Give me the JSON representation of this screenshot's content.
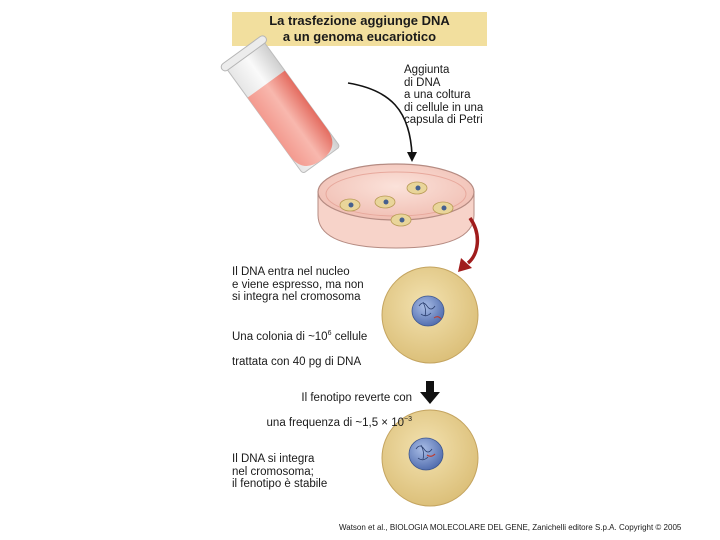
{
  "title": {
    "line1": "La trasfezione aggiunge DNA",
    "line2": "a un genoma eucariotico"
  },
  "labels": {
    "add_dna": "Aggiunta\ndi DNA\na una coltura\ndi cellule in una\ncapsula di Petri",
    "nucleus_entry": "Il DNA entra nel nucleo\ne viene espresso, ma non\nsi integra nel cromosoma",
    "colony_prefix": "Una colonia di ~10",
    "colony_exp": "6",
    "colony_suffix": " cellule",
    "colony_line2": "trattata con 40 pg di DNA",
    "phenotype_line1": "Il fenotipo reverte con",
    "phenotype_prefix": "una frequenza di ~1,5 × 10",
    "phenotype_exp": "−3",
    "integration": "Il DNA si integra\nnel cromosoma;\nil fenotipo è stabile"
  },
  "footer": "Watson et al., BIOLOGIA MOLECOLARE DEL GENE, Zanichelli editore S.p.A. Copyright © 2005",
  "colors": {
    "title_bg": "#f2df9e",
    "tube_liquid": "#f07a6e",
    "dish_medium": "#f4c9bf",
    "cell_fill": "#e8d08a",
    "nucleus": "#6a86c2",
    "arrow_red": "#a01c1c"
  }
}
